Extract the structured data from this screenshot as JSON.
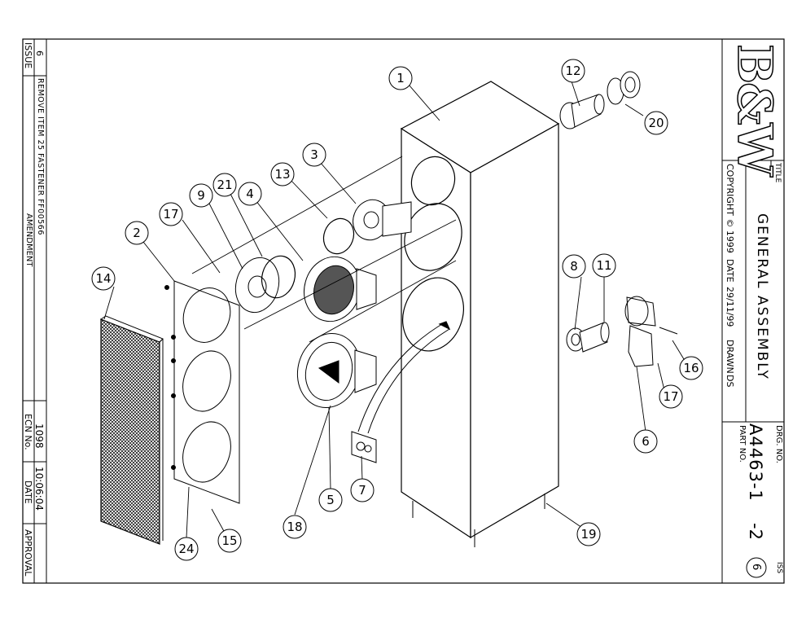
{
  "revision_block": {
    "issue_label": "ISSUE",
    "issue_value": "6",
    "amendment_text": "REMOVE ITEM 25 FASTENER FF00566",
    "amendment_label": "AMENDMENT",
    "ecn_label": "ECN No.",
    "ecn_value": "1098",
    "date_label": "DATE",
    "date_value": "10:06:04",
    "approval_label": "APPROVAL"
  },
  "title_block": {
    "logo_text": "B&W",
    "title_label": "TITLE",
    "title": "GENERAL ASSEMBLY",
    "copyright_text": "COPYRIGHT © 1999",
    "date_label": "DATE",
    "date_value": "29/11/99",
    "drawn_label": "DRAWN",
    "drawn_value": "DS",
    "drg_no_label": "DRG. NO.",
    "part_no_label": "PART NO.",
    "drawing_number": "A4463-1",
    "drawing_suffix": "-2",
    "iss_label": "ISS",
    "iss_value": "6"
  },
  "callouts": [
    "1",
    "2",
    "3",
    "4",
    "5",
    "6",
    "7",
    "8",
    "9",
    "11",
    "12",
    "13",
    "14",
    "15",
    "16",
    "17",
    "17",
    "18",
    "19",
    "20",
    "21",
    "24"
  ]
}
